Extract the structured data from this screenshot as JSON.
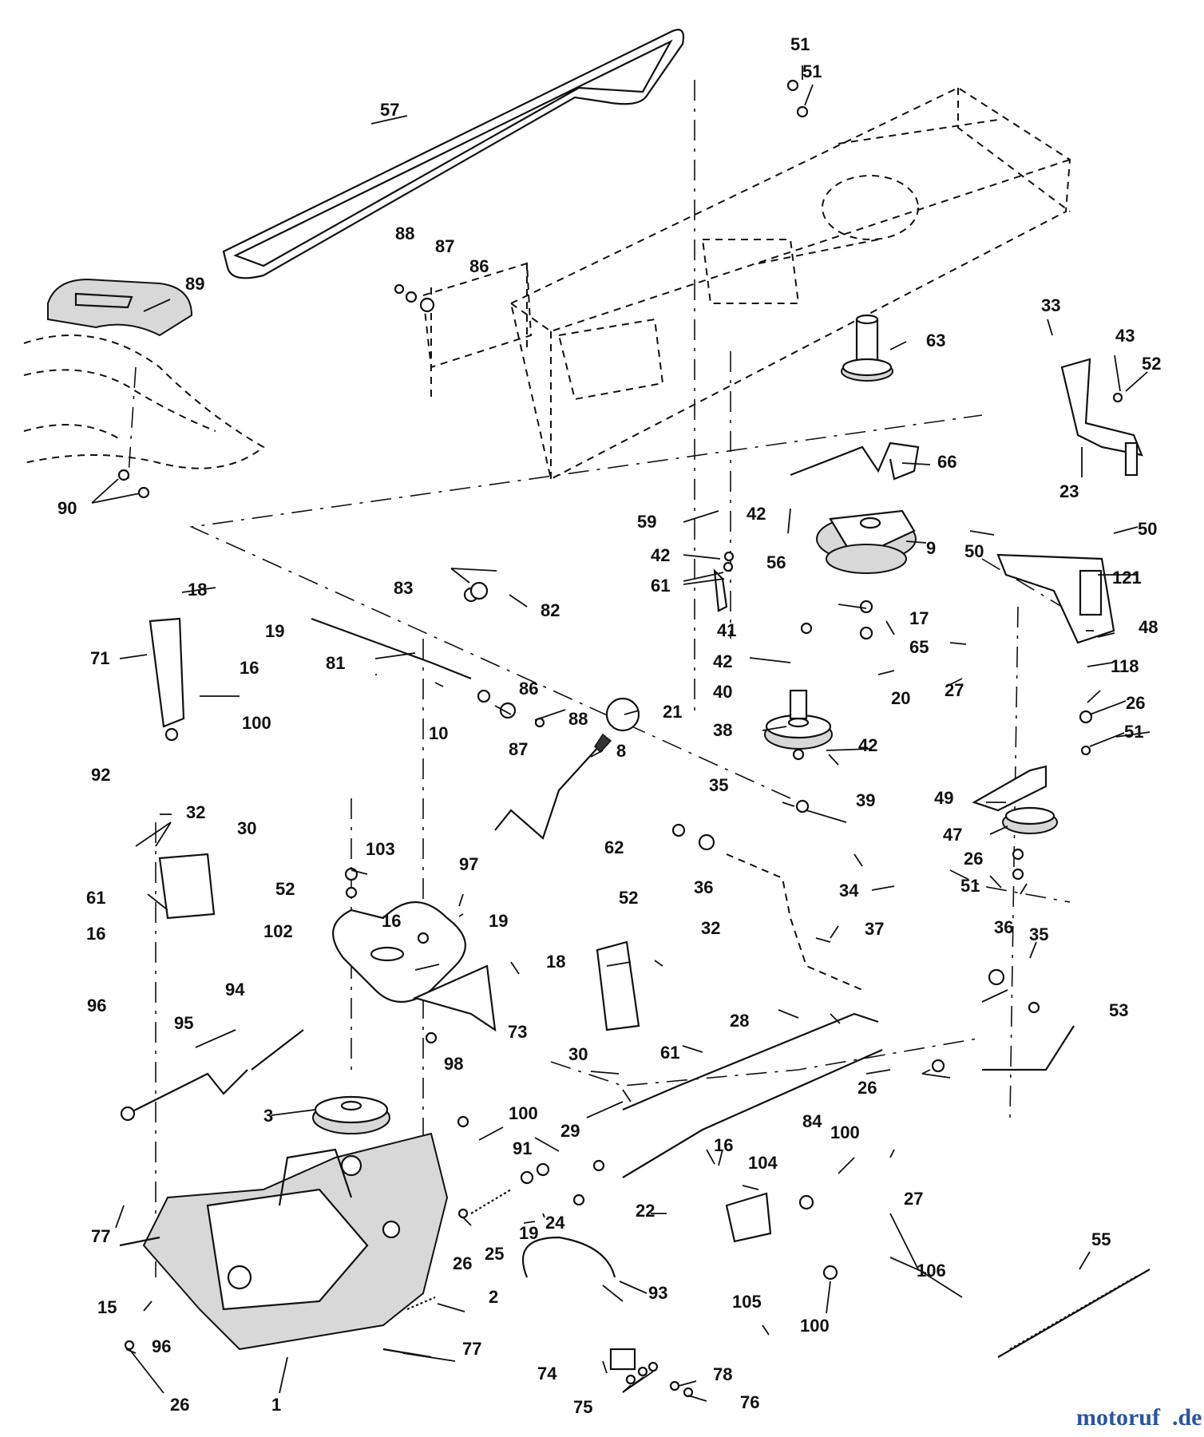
{
  "diagram": {
    "type": "exploded-parts-diagram",
    "watermark": {
      "text_main": "motoruf",
      "text_suffix": ".de",
      "color_main": "#2b55a0",
      "color_dot": "#d7261e"
    },
    "part_labels": [
      {
        "id": "label-57",
        "text": "57"
      },
      {
        "id": "label-51-a",
        "text": "51"
      },
      {
        "id": "label-51-b",
        "text": "51"
      },
      {
        "id": "label-88-a",
        "text": "88"
      },
      {
        "id": "label-87-a",
        "text": "87"
      },
      {
        "id": "label-86-a",
        "text": "86"
      },
      {
        "id": "label-89",
        "text": "89"
      },
      {
        "id": "label-63",
        "text": "63"
      },
      {
        "id": "label-33",
        "text": "33"
      },
      {
        "id": "label-43",
        "text": "43"
      },
      {
        "id": "label-52-a",
        "text": "52"
      },
      {
        "id": "label-23",
        "text": "23"
      },
      {
        "id": "label-66",
        "text": "66"
      },
      {
        "id": "label-90",
        "text": "90"
      },
      {
        "id": "label-59",
        "text": "59"
      },
      {
        "id": "label-42-a",
        "text": "42"
      },
      {
        "id": "label-42-b",
        "text": "42"
      },
      {
        "id": "label-9",
        "text": "9"
      },
      {
        "id": "label-56",
        "text": "56"
      },
      {
        "id": "label-61-a",
        "text": "61"
      },
      {
        "id": "label-50-a",
        "text": "50"
      },
      {
        "id": "label-50-b",
        "text": "50"
      },
      {
        "id": "label-18-a",
        "text": "18"
      },
      {
        "id": "label-83",
        "text": "83"
      },
      {
        "id": "label-82",
        "text": "82"
      },
      {
        "id": "label-121",
        "text": "121"
      },
      {
        "id": "label-19-a",
        "text": "19"
      },
      {
        "id": "label-41",
        "text": "41"
      },
      {
        "id": "label-17",
        "text": "17"
      },
      {
        "id": "label-48",
        "text": "48"
      },
      {
        "id": "label-71",
        "text": "71"
      },
      {
        "id": "label-81",
        "text": "81"
      },
      {
        "id": "label-42-c",
        "text": "42"
      },
      {
        "id": "label-65",
        "text": "65"
      },
      {
        "id": "label-16-a",
        "text": "16"
      },
      {
        "id": "label-86-b",
        "text": "86"
      },
      {
        "id": "label-40",
        "text": "40"
      },
      {
        "id": "label-27-a",
        "text": "27"
      },
      {
        "id": "label-118",
        "text": "118"
      },
      {
        "id": "label-20",
        "text": "20"
      },
      {
        "id": "label-100-a",
        "text": "100"
      },
      {
        "id": "label-21",
        "text": "21"
      },
      {
        "id": "label-88-b",
        "text": "88"
      },
      {
        "id": "label-26-a",
        "text": "26"
      },
      {
        "id": "label-38",
        "text": "38"
      },
      {
        "id": "label-10",
        "text": "10"
      },
      {
        "id": "label-87-b",
        "text": "87"
      },
      {
        "id": "label-51-c",
        "text": "51"
      },
      {
        "id": "label-42-d",
        "text": "42"
      },
      {
        "id": "label-8",
        "text": "8"
      },
      {
        "id": "label-92",
        "text": "92"
      },
      {
        "id": "label-35-a",
        "text": "35"
      },
      {
        "id": "label-39",
        "text": "39"
      },
      {
        "id": "label-49",
        "text": "49"
      },
      {
        "id": "label-32-a",
        "text": "32"
      },
      {
        "id": "label-30-a",
        "text": "30"
      },
      {
        "id": "label-62",
        "text": "62"
      },
      {
        "id": "label-47",
        "text": "47"
      },
      {
        "id": "label-103",
        "text": "103"
      },
      {
        "id": "label-97",
        "text": "97"
      },
      {
        "id": "label-26-b",
        "text": "26"
      },
      {
        "id": "label-36-a",
        "text": "36"
      },
      {
        "id": "label-61-b",
        "text": "61"
      },
      {
        "id": "label-52-b",
        "text": "52"
      },
      {
        "id": "label-51-d",
        "text": "51"
      },
      {
        "id": "label-34",
        "text": "34"
      },
      {
        "id": "label-16-b",
        "text": "16"
      },
      {
        "id": "label-52-c",
        "text": "52"
      },
      {
        "id": "label-19-b",
        "text": "19"
      },
      {
        "id": "label-32-b",
        "text": "32"
      },
      {
        "id": "label-102",
        "text": "102"
      },
      {
        "id": "label-16-c",
        "text": "16"
      },
      {
        "id": "label-37",
        "text": "37"
      },
      {
        "id": "label-36-b",
        "text": "36"
      },
      {
        "id": "label-35-b",
        "text": "35"
      },
      {
        "id": "label-18-b",
        "text": "18"
      },
      {
        "id": "label-94",
        "text": "94"
      },
      {
        "id": "label-96-a",
        "text": "96"
      },
      {
        "id": "label-95",
        "text": "95"
      },
      {
        "id": "label-73",
        "text": "73"
      },
      {
        "id": "label-28",
        "text": "28"
      },
      {
        "id": "label-53",
        "text": "53"
      },
      {
        "id": "label-30-b",
        "text": "30"
      },
      {
        "id": "label-61-c",
        "text": "61"
      },
      {
        "id": "label-98",
        "text": "98"
      },
      {
        "id": "label-26-c",
        "text": "26"
      },
      {
        "id": "label-3",
        "text": "3"
      },
      {
        "id": "label-100-b",
        "text": "100"
      },
      {
        "id": "label-29",
        "text": "29"
      },
      {
        "id": "label-16-d",
        "text": "16"
      },
      {
        "id": "label-84",
        "text": "84"
      },
      {
        "id": "label-100-c",
        "text": "100"
      },
      {
        "id": "label-91",
        "text": "91"
      },
      {
        "id": "label-104",
        "text": "104"
      },
      {
        "id": "label-22",
        "text": "22"
      },
      {
        "id": "label-27-b",
        "text": "27"
      },
      {
        "id": "label-55",
        "text": "55"
      },
      {
        "id": "label-77-a",
        "text": "77"
      },
      {
        "id": "label-19-c",
        "text": "19"
      },
      {
        "id": "label-24",
        "text": "24"
      },
      {
        "id": "label-26-d",
        "text": "26"
      },
      {
        "id": "label-25",
        "text": "25"
      },
      {
        "id": "label-106",
        "text": "106"
      },
      {
        "id": "label-105",
        "text": "105"
      },
      {
        "id": "label-15",
        "text": "15"
      },
      {
        "id": "label-2",
        "text": "2"
      },
      {
        "id": "label-93",
        "text": "93"
      },
      {
        "id": "label-100-d",
        "text": "100"
      },
      {
        "id": "label-96-b",
        "text": "96"
      },
      {
        "id": "label-77-b",
        "text": "77"
      },
      {
        "id": "label-78",
        "text": "78"
      },
      {
        "id": "label-74",
        "text": "74"
      },
      {
        "id": "label-76",
        "text": "76"
      },
      {
        "id": "label-75",
        "text": "75"
      },
      {
        "id": "label-26-e",
        "text": "26"
      },
      {
        "id": "label-1",
        "text": "1"
      }
    ]
  }
}
